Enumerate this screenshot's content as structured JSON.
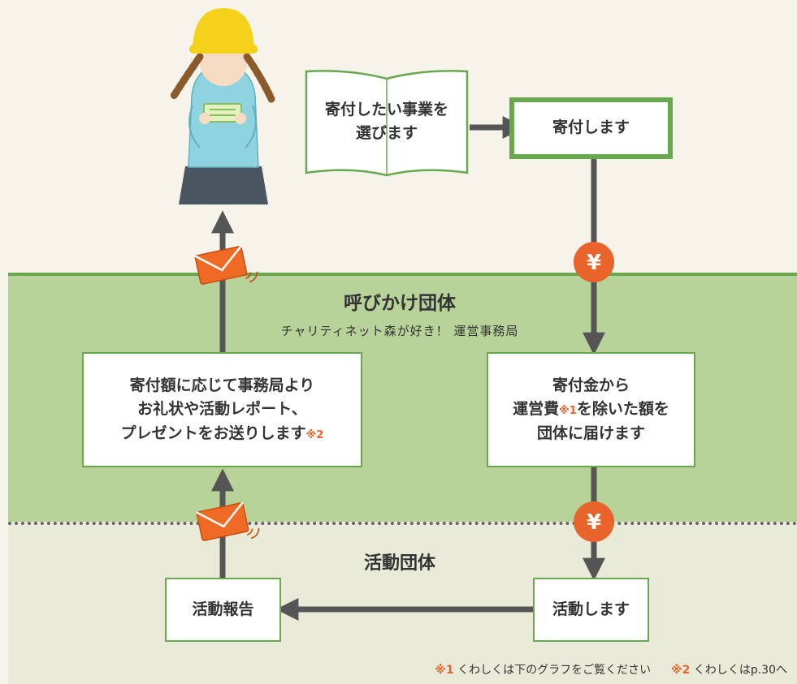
{
  "donor": {
    "select_text": [
      "寄付したい事業を",
      "選びます"
    ],
    "donate_text": "寄付します"
  },
  "org_section": {
    "title": "呼びかけ団体",
    "subtitle": "チャリティネット森が好き！ 運営事務局",
    "forward_box": {
      "line1": "寄付金から",
      "line2_pre": "運営費",
      "line2_mark": "※1",
      "line2_post": "を除いた額を",
      "line3": "団体に届けます"
    },
    "thanks_box": {
      "line1": "寄付額に応じて事務局より",
      "line2": "お礼状や活動レポート、",
      "line3_pre": "プレゼントをお送りします",
      "line3_mark": "※2"
    }
  },
  "activity_section": {
    "title": "活動団体",
    "report_box": "活動報告",
    "activity_box": "活動します"
  },
  "yen_symbol": "¥",
  "footnotes": {
    "n1_mark": "※1",
    "n1_text": "くわしくは下のグラフをご覧ください",
    "n2_mark": "※2",
    "n2_text": "くわしくはp.30へ"
  },
  "colors": {
    "green_border": "#6aa84f",
    "mid_band": "#b7d39a",
    "bottom_band": "#e9ead8",
    "accent_orange": "#e8642b",
    "arrow": "#555555"
  }
}
